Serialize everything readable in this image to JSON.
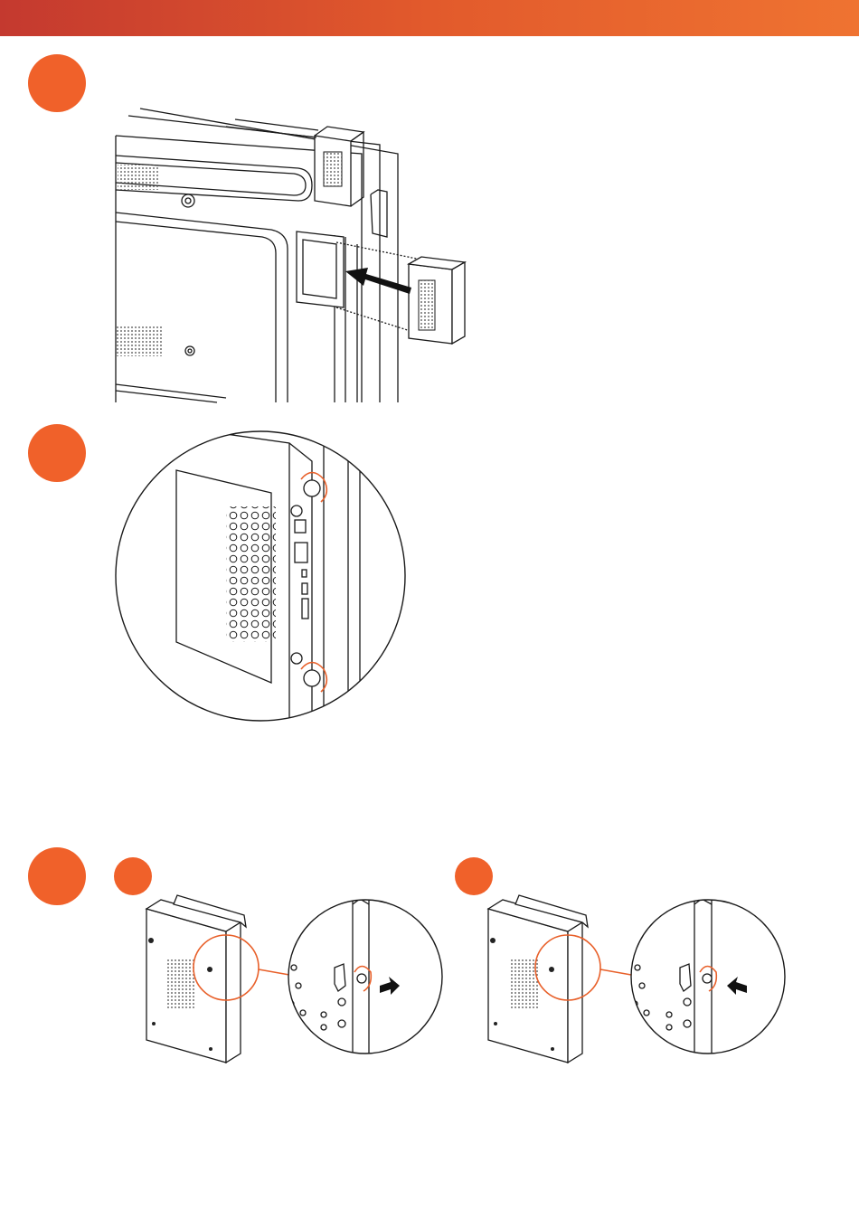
{
  "page": {
    "banner": {
      "gradient_start": "#c4392f",
      "gradient_end": "#ef7331"
    },
    "accent_color": "#f0612a"
  },
  "steps": [
    {
      "name": "step-1",
      "illustration": "insert-module-into-display-slot"
    },
    {
      "name": "step-2",
      "illustration": "tighten-thumbscrews-closeup"
    },
    {
      "name": "step-3",
      "substeps": [
        {
          "name": "substep-a",
          "illustration": "loosen-latch-screw",
          "arrow": "right"
        },
        {
          "name": "substep-b",
          "illustration": "tighten-latch-screw",
          "arrow": "left"
        }
      ]
    }
  ]
}
